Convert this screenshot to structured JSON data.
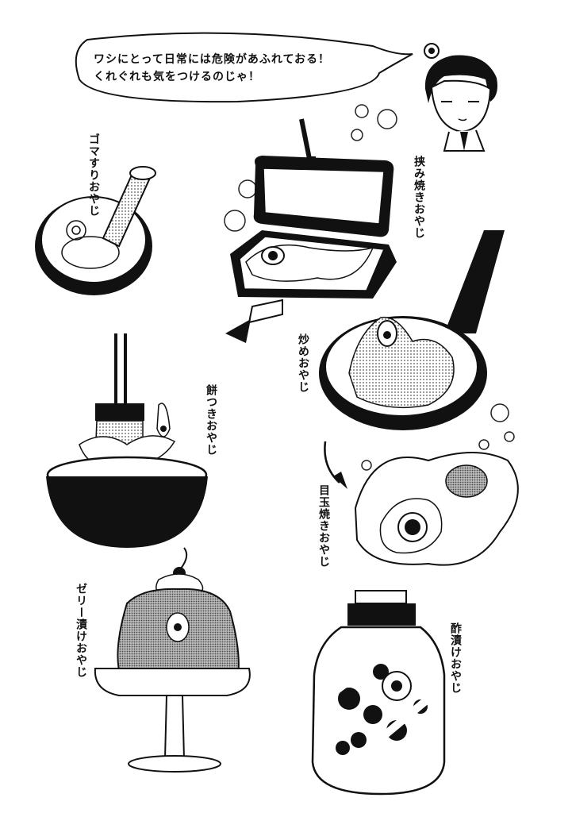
{
  "speech_bubble": {
    "line1": "ワシにとって日常には危険があふれておる！",
    "line2": "くれぐれも気をつけるのじゃ！"
  },
  "labels": {
    "sesame": "ゴマすりおやじ",
    "sandwich": "挟み焼きおやじ",
    "stirfry": "炒めおやじ",
    "mochi": "餅つきおやじ",
    "friedegg": "目玉焼きおやじ",
    "jelly": "ゼリー漬けおやじ",
    "vinegar": "酢漬けおやじ"
  },
  "icons": [
    "eyeball-father-icon",
    "boy-portrait-icon",
    "mortar-icon",
    "sandwich-press-icon",
    "frying-pan-icon",
    "mochi-mortar-icon",
    "fried-egg-icon",
    "jelly-dessert-icon",
    "pickle-jar-icon"
  ]
}
